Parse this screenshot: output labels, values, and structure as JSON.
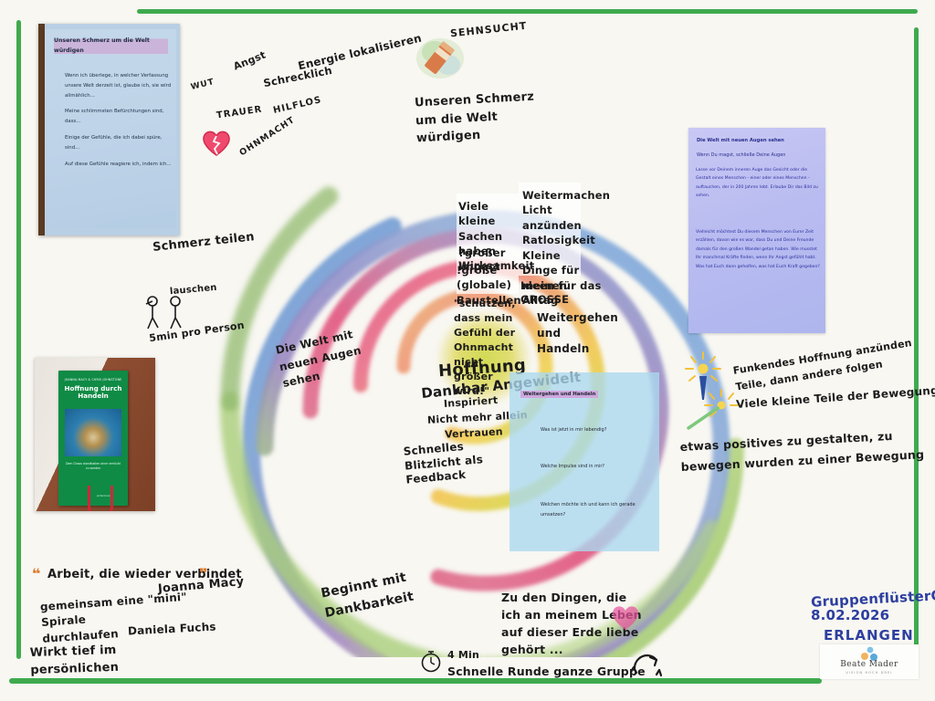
{
  "board": {
    "title": "Arbeit die wieder verbindet - Spirale (Graphic Recording)",
    "background_color": "#f8f7f2",
    "frame_color": "#3faa4e"
  },
  "spiral": {
    "description": "Watercolour spiral of The Work That Reconnects",
    "band_colors": [
      "#7ba7d8",
      "#8fb86a",
      "#a8cf7a",
      "#e2557f",
      "#f0a44b",
      "#f2d94e",
      "#c9d84a",
      "#9e87c0",
      "#6f8fc9"
    ]
  },
  "flipchart_photo": {
    "title": "Unseren Schmerz um die Welt würdigen",
    "lines": [
      "Wenn ich überlege, in welcher Verfassung unsere Welt derzeit ist, glaube ich, sie wird allmählich...",
      "Meine schlimmsten Befürchtungen sind, dass...",
      "Einige der Gefühle, die ich dabei spüre, sind...",
      "Auf diese Gefühle reagiere ich, indem ich..."
    ]
  },
  "book_photo": {
    "authors": "JOANNA MACY & CHRIS JOHNSTONE",
    "title": "Hoffnung durch Handeln",
    "subtitle": "Dem Chaos standhalten ohne verrückt zu werden",
    "publisher": "Junfermann"
  },
  "purple_note": {
    "title": "Die Welt mit neuen Augen sehen",
    "subtitle": "Wenn Du magst, schließe Deine Augen",
    "paragraph1": "Lasse vor Deinem inneren Auge das Gesicht oder die Gestalt eines Menschen - einer oder eines Menschen - auftauchen, der in 200 Jahren lebt. Erlaube Dir das Bild zu sehen.",
    "paragraph2": "Vielleicht möchtest Du diesem Menschen von Eurer Zeit erzählen, davon wie es war, dass Du und Deine Freunde damals für den großen Wandel getan haben. Wie musstet Ihr manchmal Kräfte finden, wenn Ihr Angst gefühlt habt. Was hat Euch dann geholfen, was hat Euch Kraft gegeben?"
  },
  "blue_note": {
    "title": "Weitergehen und Handeln",
    "questions": [
      "Was ist jetzt in mir lebendig?",
      "Welche Impulse sind in mir?",
      "Welchen möchte ich und kann ich gerade umsetzen?"
    ]
  },
  "center_cluster": {
    "left_block": [
      "Viele kleine Sachen haben Wirksamkeit",
      "?großer Impact",
      "!große (globale) Baustellen",
      "\"schützen, dass mein Gefühl der Ohnmacht nicht größer wird!\""
    ],
    "right_block": [
      "Weitermachen Licht anzünden Ratlosigkeit",
      "Kleine Dinge für meinen Alltag",
      "Ideen für das GROSSE",
      "Weitergehen und Handeln"
    ],
    "core_words": [
      "Hoffnung",
      "Dankbar Angewidelt",
      "Inspiriert",
      "Nicht mehr allein",
      "Vertrauen"
    ],
    "feedback": "Schnelles Blitzlicht als Feedback"
  },
  "emotion_words": [
    {
      "text": "WUT",
      "style": "cap"
    },
    {
      "text": "Angst",
      "style": ""
    },
    {
      "text": "Schrecklich",
      "style": ""
    },
    {
      "text": "Energie lokalisieren",
      "style": ""
    },
    {
      "text": "SEHNSUCHT",
      "style": "cap"
    },
    {
      "text": "TRAUER",
      "style": "cap"
    },
    {
      "text": "HILFLOS",
      "style": "cap"
    },
    {
      "text": "OHNMACHT",
      "style": "cap"
    }
  ],
  "stage_labels": {
    "honour": "Unseren Schmerz\num die Welt\nwürdigen",
    "share_pain": "Schmerz teilen",
    "listen": "lauschen",
    "listen_time": "5min pro Person",
    "new_eyes": "Die Welt mit\nneuen Augen\nsehen",
    "gratitude": "Beginnt mit\nDankbarkeit",
    "gratitude_prompt": "Zu den Dingen, die\nich an meinem Leben\nauf dieser Erde liebe\ngehört ...",
    "round_time": "4 Min",
    "round_label": "Schnelle Runde  ganze Gruppe"
  },
  "right_notes": {
    "spark_line": "Funkendes Hoffnung anzünden\nTeile, dann andere folgen",
    "movement_line": "Viele kleine Teile der Bewegung",
    "positive_line": "etwas positives zu gestalten, zu\nbewegen  wurden zu einer Bewegung"
  },
  "bottom_left_notes": {
    "quote": "Arbeit, die wieder verbindet",
    "quote_author": "Joanna Macy",
    "line2": "gemeinsam eine \"mini\" Spirale\ndurchlaufen",
    "presenter": "Daniela Fuchs",
    "effect": "Wirkt tief im\npersönlichen"
  },
  "footer": {
    "event": "GruppenflüsterCamp",
    "date": "8.02.2026",
    "place": "ERLANGEN",
    "logo_name": "Beate Mader",
    "logo_tagline": "VISION HOCH DREI"
  }
}
